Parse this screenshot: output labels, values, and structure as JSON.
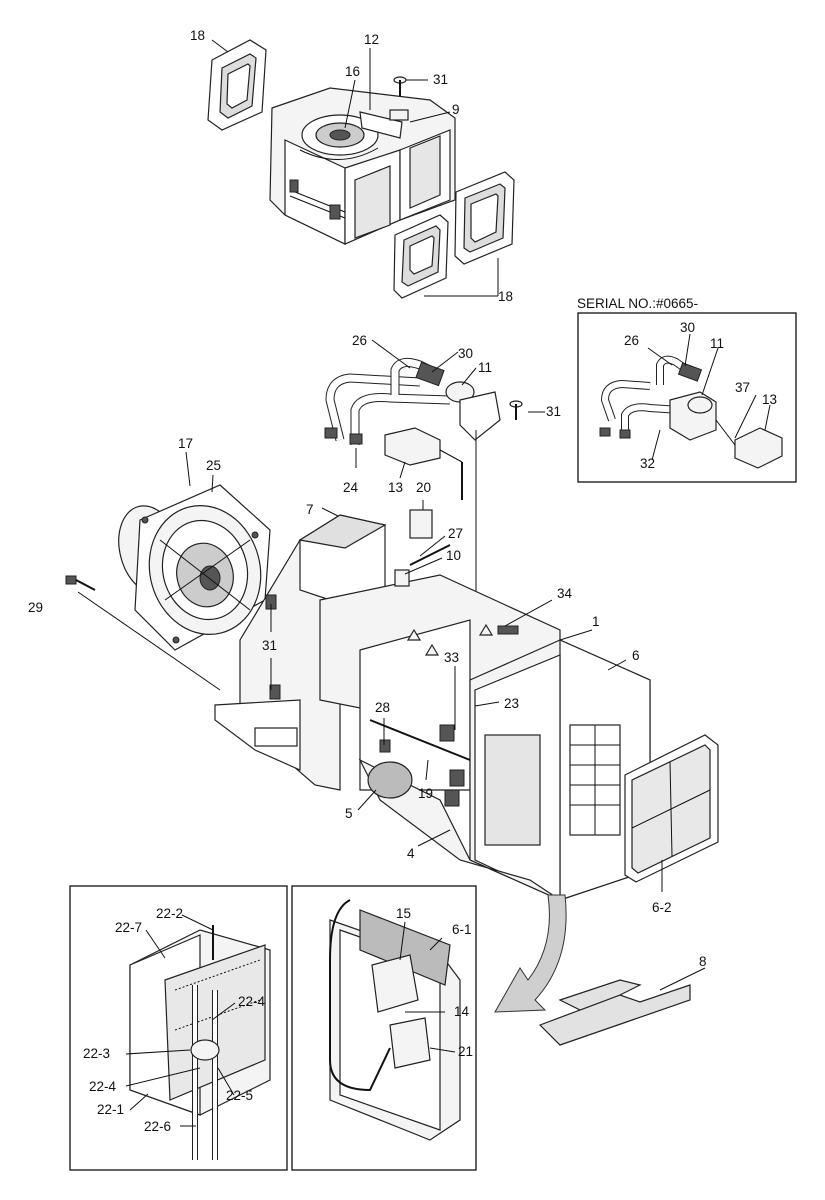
{
  "serial_label": "SERIAL NO.:#0665-",
  "callouts": {
    "c18a": "18",
    "c12": "12",
    "c16": "16",
    "c31a": "31",
    "c9": "9",
    "c18b": "18",
    "c26a": "26",
    "c30a": "30",
    "c11a": "11",
    "c31b": "31",
    "c24": "24",
    "c13a": "13",
    "c20": "20",
    "c26b": "26",
    "c30b": "30",
    "c11b": "11",
    "c37": "37",
    "c13b": "13",
    "c32": "32",
    "c17": "17",
    "c25": "25",
    "c7": "7",
    "c27": "27",
    "c10": "10",
    "c29": "29",
    "c31c": "31",
    "c34": "34",
    "c1": "1",
    "c6": "6",
    "c33": "33",
    "c23": "23",
    "c28": "28",
    "c19": "19",
    "c5": "5",
    "c4": "4",
    "c6_2": "6-2",
    "c22_2": "22-2",
    "c22_7": "22-7",
    "c22_4a": "22-4",
    "c22_3": "22-3",
    "c22_4b": "22-4",
    "c22_5": "22-5",
    "c22_1": "22-1",
    "c22_6": "22-6",
    "c15": "15",
    "c6_1": "6-1",
    "c14": "14",
    "c21": "21",
    "c8": "8"
  }
}
